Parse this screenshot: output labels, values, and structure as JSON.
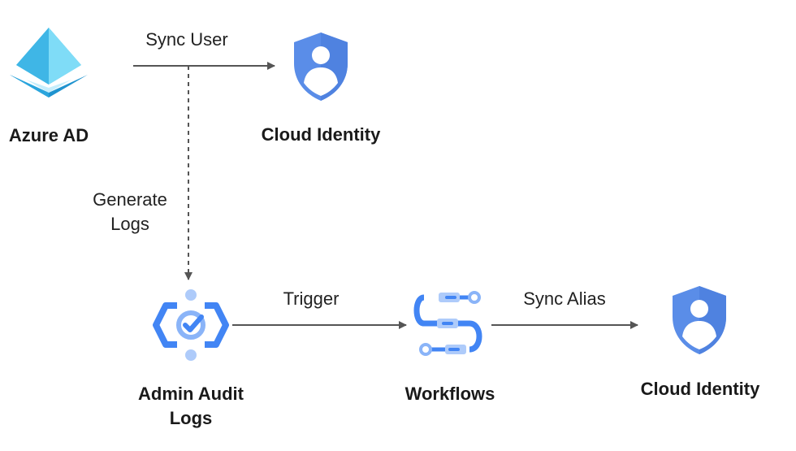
{
  "nodes": {
    "azure_ad": {
      "label": "Azure AD",
      "icon": "azure-ad-icon"
    },
    "cloud_identity_top": {
      "label": "Cloud Identity",
      "icon": "cloud-identity-shield-icon"
    },
    "admin_audit_logs": {
      "label_line1": "Admin Audit",
      "label_line2": "Logs",
      "icon": "admin-audit-logs-icon"
    },
    "workflows": {
      "label": "Workflows",
      "icon": "workflows-icon"
    },
    "cloud_identity_bottom": {
      "label": "Cloud Identity",
      "icon": "cloud-identity-shield-icon"
    }
  },
  "edges": {
    "sync_user": {
      "label": "Sync User",
      "style": "solid"
    },
    "generate_logs": {
      "label_line1": "Generate",
      "label_line2": "Logs",
      "style": "dashed"
    },
    "trigger": {
      "label": "Trigger",
      "style": "solid"
    },
    "sync_alias": {
      "label": "Sync Alias",
      "style": "solid"
    }
  },
  "colors": {
    "shield_blue": "#5a8de8",
    "shield_light": "#8cb2f2",
    "google_blue": "#4285f4",
    "google_light_blue": "#aecbfa",
    "azure_light": "#50c8ee",
    "azure_dark": "#1e90c8",
    "arrow": "#555555"
  }
}
